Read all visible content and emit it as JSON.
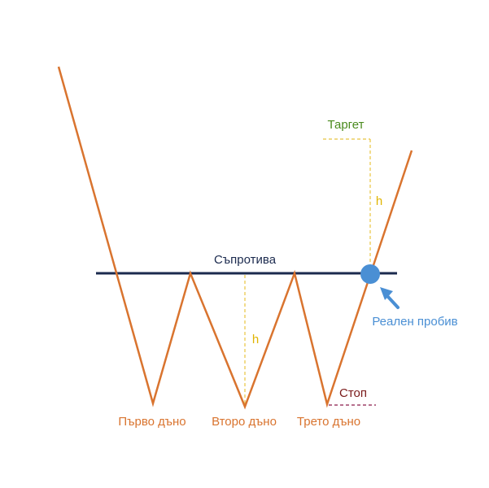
{
  "labels": {
    "resistance": "Съпротива",
    "target": "Таргет",
    "h_target": "h",
    "h_middle": "h",
    "breakout": "Реален пробив",
    "stop": "Стоп",
    "bottom_1": "Първо дъно",
    "bottom_2": "Второ дъно",
    "bottom_3": "Трето дъно"
  },
  "colors": {
    "price_line": "#d9742f",
    "resistance_line": "#1b2a4e",
    "resistance_text": "#1b2a4e",
    "target_text": "#4a8a1e",
    "h_text": "#e0b400",
    "guide_dashed": "#e8c440",
    "breakout": "#4a8fd4",
    "stop_text": "#7a1a1a",
    "stop_dashed": "#8a1a4a",
    "bottom_text": "#d9742f"
  }
}
